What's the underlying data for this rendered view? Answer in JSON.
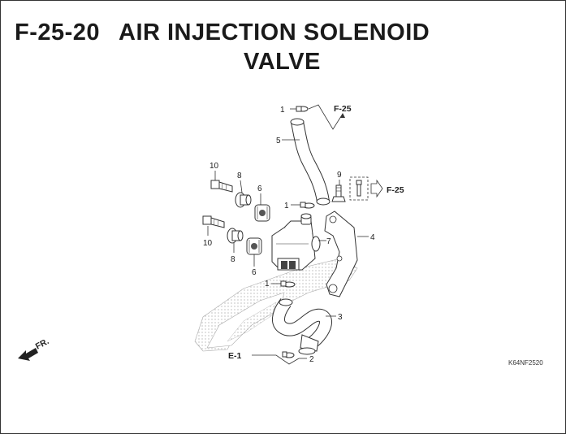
{
  "header": {
    "code": "F-25-20",
    "title_line1": "AIR INJECTION SOLENOID",
    "title_line2": "VALVE"
  },
  "callouts": {
    "c1a": "1",
    "c1b": "1",
    "c1c": "1",
    "c2": "2",
    "c3": "3",
    "c4": "4",
    "c5": "5",
    "c6a": "6",
    "c6b": "6",
    "c7": "7",
    "c8a": "8",
    "c8b": "8",
    "c9": "9",
    "c10a": "10",
    "c10b": "10"
  },
  "references": {
    "top": "F-25",
    "right": "F-25",
    "bottom": "E-1"
  },
  "direction_label": "FR.",
  "figure_id": "K64NF2520"
}
